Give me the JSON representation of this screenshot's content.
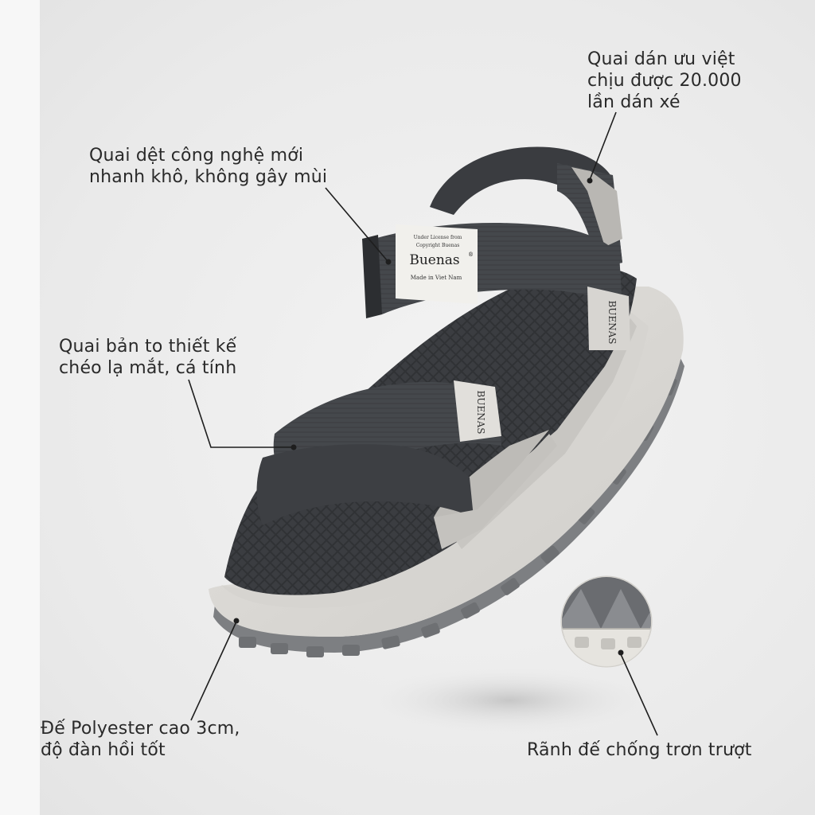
{
  "product": {
    "brand_tag": {
      "line1": "Under License from",
      "line2": "Copyright Buenas",
      "brand": "Buenas",
      "registered": "®",
      "footer": "Made in Viet Nam"
    },
    "side_tag_text": "BUENAS"
  },
  "callouts": {
    "quai_dan": "Quai dán ưu việt\nchịu được 20.000\nlần dán xé",
    "quai_det": "Quai dệt công nghệ mới\nnhanh khô, không gây mùi",
    "quai_ban_to": "Quai bản to thiết kế\nchéo lạ mắt, cá tính",
    "de_polyester": "Đế Polyester cao 3cm,\nđộ đàn hồi tốt",
    "ranh_de": "Rãnh đế chống trơn trượt"
  },
  "colors": {
    "strap_dark": "#3f4144",
    "strap_mid": "#55585c",
    "sole_light": "#dcdad6",
    "sole_shadow": "#b9b6b1",
    "footbed": "#2e3033",
    "suede_grey": "#c8c6c2",
    "tread_grey": "#7d7f82"
  }
}
